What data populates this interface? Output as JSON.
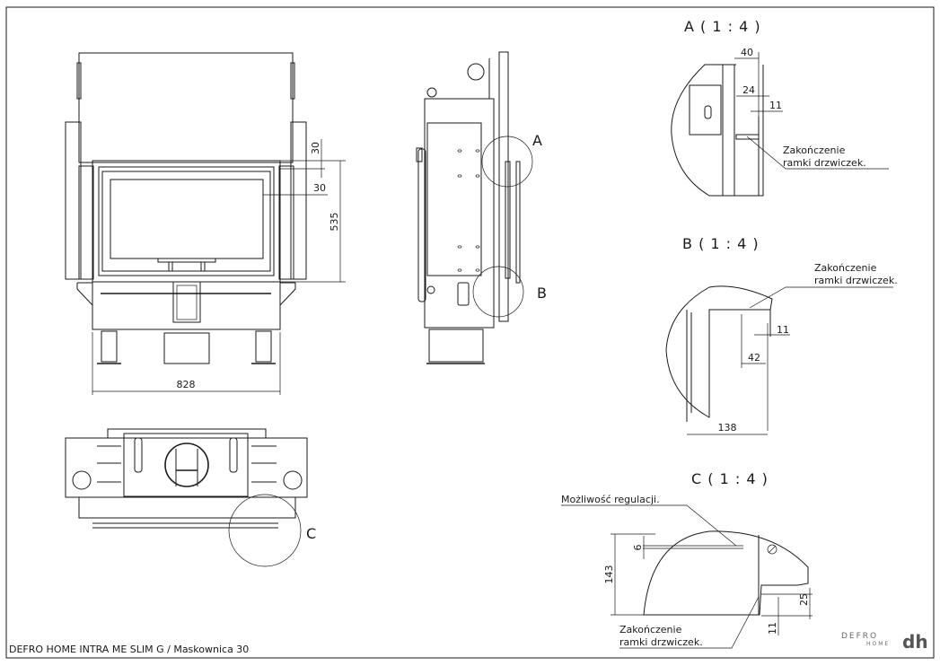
{
  "drawing": {
    "footer_title": "DEFRO HOME INTRA ME SLIM G / Maskownica 30",
    "logo": {
      "brand": "DEFRO",
      "sub": "HOME",
      "mark": "dh"
    }
  },
  "front_view": {
    "dim_width": "828",
    "dim_height": "535",
    "dim_top_offset": "30",
    "dim_side_offset": "30"
  },
  "side_view": {
    "callout_a": "A",
    "callout_b": "B"
  },
  "top_view": {
    "callout_c": "C"
  },
  "detail_a": {
    "title": "A ( 1 : 4 )",
    "dims": [
      "40",
      "24",
      "11"
    ],
    "note_line1": "Zakończenie",
    "note_line2": "ramki drzwiczek."
  },
  "detail_b": {
    "title": "B ( 1 : 4 )",
    "dims": [
      "11",
      "42",
      "138"
    ],
    "note_line1": "Zakończenie",
    "note_line2": "ramki drzwiczek."
  },
  "detail_c": {
    "title": "C ( 1 : 4 )",
    "dims": [
      "6",
      "143",
      "25",
      "11"
    ],
    "adjust_note": "Możliwość regulacji.",
    "note_line1": "Zakończenie",
    "note_line2": "ramki drzwiczek."
  }
}
